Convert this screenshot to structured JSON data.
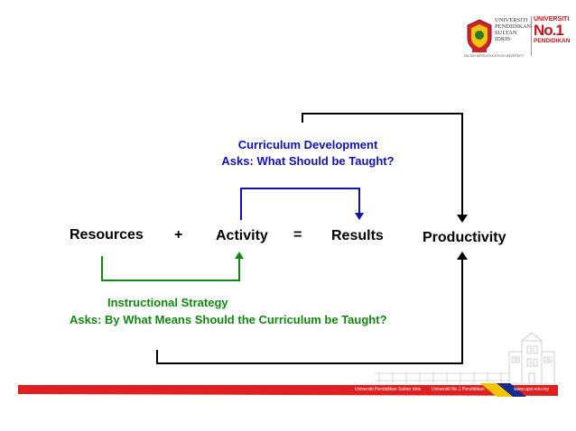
{
  "header": {
    "logo_university_lines": [
      "UNIVERSITI",
      "PENDIDIKAN",
      "SULTAN IDRIS"
    ],
    "logo_tagline": "SULTAN IDRIS EDUCATION UNIVERSITY",
    "brand_no1_top": "UNIVERSITI",
    "brand_no1_mid": "No.1",
    "brand_no1_bottom": "PENDIDIKAN"
  },
  "diagram": {
    "resources": "Resources",
    "plus": "+",
    "activity": "Activity",
    "equals": "=",
    "results": "Results",
    "productivity": "Productivity",
    "curriculum_title": "Curriculum Development",
    "curriculum_question": "Asks: What Should be Taught?",
    "instructional_title": "Instructional Strategy",
    "instructional_question": "Asks: By What Means Should the Curriculum be Taught?"
  },
  "footer": {
    "university": "Universiti Pendidikan Sultan Idris",
    "slogan": "Universiti No.1 Pendidikan",
    "website": "www.upsi.edu.my"
  },
  "colors": {
    "blue_connector": "#1111bb",
    "green_connector": "#118811",
    "black_connector": "#000000",
    "footer_red": "#e02020",
    "footer_yellow": "#f5c400",
    "footer_blue": "#1a2a8c"
  }
}
